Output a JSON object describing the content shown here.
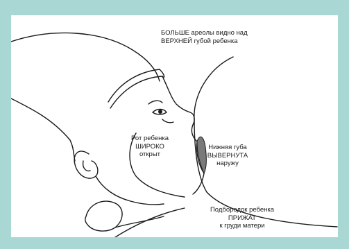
{
  "captions": {
    "areola": "БОЛЬШЕ ареолы видно над\nВЕРХНЕЙ губой ребенка",
    "mouth": "Рот ребенка\nШИРОКО\nоткрыт",
    "lower_lip": "Нижняя губа\nВЫВЕРНУТА\nнаружу",
    "chin": "Подбородок ребенка\nПРИЖАТ\nк груди матери"
  },
  "colors": {
    "frame": "#a9d8d4",
    "panel": "#ffffff",
    "ink": "#1a1a1a",
    "lip_shade": "#7a7a7a"
  }
}
